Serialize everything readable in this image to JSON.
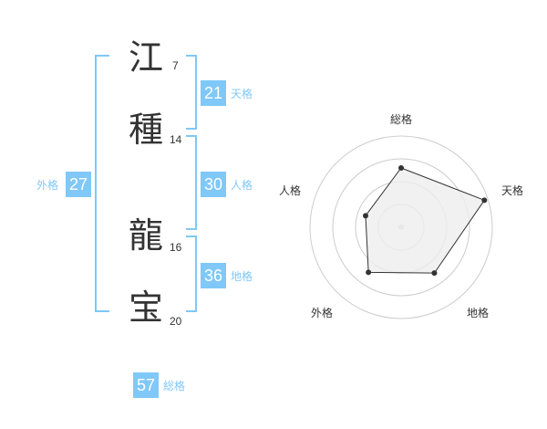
{
  "name_chars": [
    {
      "char": "江",
      "strokes": "7"
    },
    {
      "char": "種",
      "strokes": "14"
    },
    {
      "char": "龍",
      "strokes": "16"
    },
    {
      "char": "宝",
      "strokes": "20"
    }
  ],
  "scores": {
    "tenkaku": {
      "value": "21",
      "label": "天格"
    },
    "jinkaku": {
      "value": "30",
      "label": "人格"
    },
    "chikaku": {
      "value": "36",
      "label": "地格"
    },
    "gaikaku": {
      "value": "27",
      "label": "外格"
    },
    "soukaku": {
      "value": "57",
      "label": "総格"
    }
  },
  "colors": {
    "accent": "#7fc8f8",
    "text": "#333333",
    "radar_fill": "#eeeeee",
    "radar_ring": "#cccccc"
  },
  "chart_data": {
    "type": "radar",
    "axes": [
      "総格",
      "天格",
      "地格",
      "外格",
      "人格"
    ],
    "values": [
      0.65,
      0.96,
      0.62,
      0.61,
      0.41
    ],
    "rings": 4,
    "range": [
      0,
      1
    ]
  }
}
